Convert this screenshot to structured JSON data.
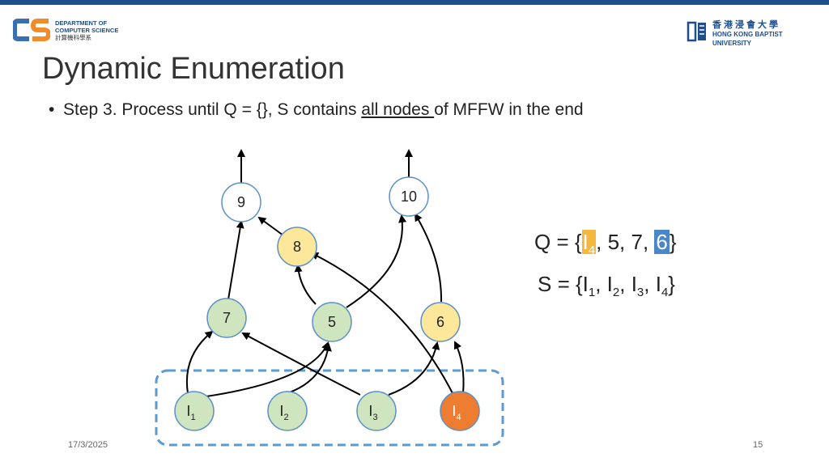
{
  "header": {
    "dept_line1": "DEPARTMENT OF",
    "dept_line2": "COMPUTER SCIENCE",
    "dept_cn": "計算機科學系",
    "univ_cn": "香港浸會大學",
    "univ_en": "HONG KONG BAPTIST UNIVERSITY"
  },
  "slide": {
    "title": "Dynamic Enumeration",
    "bullet_prefix": "Step 3. Process until Q = {}, S contains ",
    "bullet_underlined": "all nodes ",
    "bullet_suffix": "of MFFW in the end"
  },
  "nodes": {
    "n9": "9",
    "n10": "10",
    "n8": "8",
    "n7": "7",
    "n5": "5",
    "n6": "6",
    "i_base": "I",
    "i1_sub": "1",
    "i2_sub": "2",
    "i3_sub": "3",
    "i4_sub": "4"
  },
  "sets": {
    "q_prefix": "Q = {",
    "q_item1": "I",
    "q_item1_sub": "4",
    "q_mid": ", 5, 7, ",
    "q_item_last": "6",
    "q_suffix": "}",
    "s_text_prefix": "S = {I",
    "s_sub1": "1",
    "s_sep1": ", I",
    "s_sub2": "2",
    "s_sep2": ", I",
    "s_sub3": "3",
    "s_sep3": ", I",
    "s_sub4": "4",
    "s_suffix": "}"
  },
  "footer": {
    "date": "17/3/2025",
    "page": "15"
  },
  "colors": {
    "green_node": "#cfe5bf",
    "yellow_node": "#fde79a",
    "white_node": "#ffffff",
    "orange_node": "#ed7d31",
    "node_stroke": "#5b8fc7",
    "box_stroke": "#5b9bd5",
    "highlight_orange": "#f6b83c",
    "highlight_blue": "#4a86c8"
  }
}
